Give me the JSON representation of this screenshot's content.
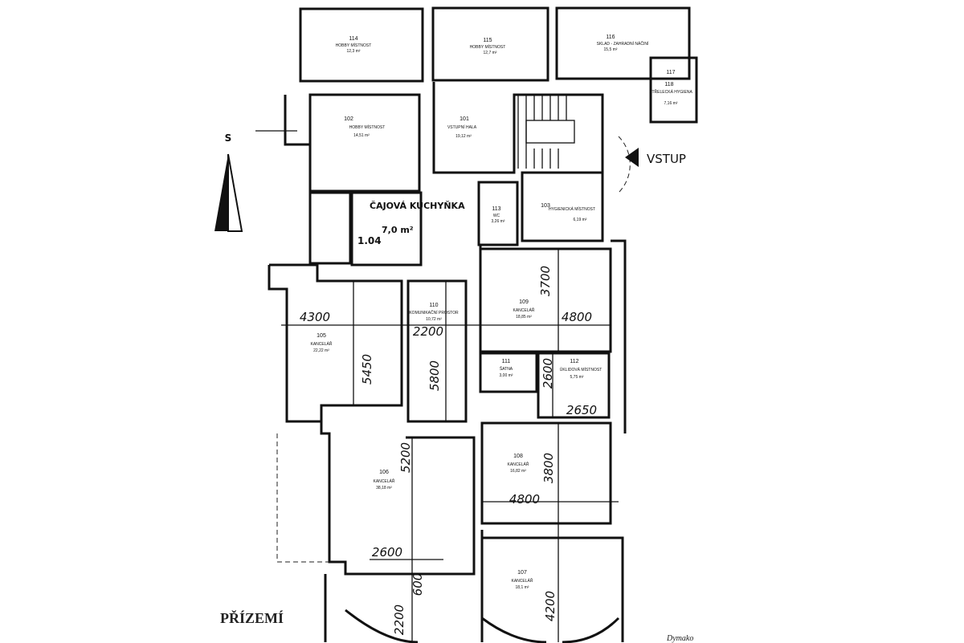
{
  "plan": {
    "title": "PŘÍZEMÍ",
    "north_label": "S",
    "entrance_label": "VSTUP",
    "signature": "Dymako"
  },
  "rooms": [
    {
      "number": "114",
      "name": "HOBBY MÍSTNOST",
      "area": "12,3 m²"
    },
    {
      "number": "115",
      "name": "HOBBY MÍSTNOST",
      "area": "12,7 m²"
    },
    {
      "number": "116",
      "name": "SKLAD - ZAHRADNÍ NÁČINÍ",
      "area": "15,5 m²"
    },
    {
      "number": "117",
      "name": "",
      "area": ""
    },
    {
      "number": "118",
      "name": "STŘELECKÁ HYGIENA",
      "area": "7,16 m²"
    },
    {
      "number": "102",
      "name": "HOBBY MÍSTNOST",
      "area": "14,51 m²"
    },
    {
      "number": "101",
      "name": "VSTUPNÍ HALA",
      "area": "19,12 m²"
    },
    {
      "number": "1.04",
      "name": "ČAJOVÁ KUCHYŇKA",
      "area": "7,0 m²"
    },
    {
      "number": "113",
      "name": "WC",
      "area": "3,26 m²"
    },
    {
      "number": "103",
      "name": "HYGIENICKÁ MÍSTNOST",
      "area": "6,19 m²"
    },
    {
      "number": "105",
      "name": "KANCELÁŘ",
      "area": "22,22 m²"
    },
    {
      "number": "110",
      "name": "KOMUNIKAČNÍ PROSTOR",
      "area": "10,72 m²"
    },
    {
      "number": "109",
      "name": "KANCELÁŘ",
      "area": "18,85 m²"
    },
    {
      "number": "111",
      "name": "ŠATNA",
      "area": "3,00 m²"
    },
    {
      "number": "112",
      "name": "ÚKLIDOVÁ MÍSTNOST",
      "area": "5,75 m²"
    },
    {
      "number": "108",
      "name": "KANCELÁŘ",
      "area": "16,82 m²"
    },
    {
      "number": "106",
      "name": "KANCELÁŘ",
      "area": "38,18 m²"
    },
    {
      "number": "107",
      "name": "KANCELÁŘ",
      "area": "18,1 m²"
    }
  ],
  "dimensions": [
    "4300",
    "5450",
    "2200",
    "5800",
    "3700",
    "4800",
    "2600",
    "2650",
    "5200",
    "3800",
    "4800",
    "2600",
    "600",
    "2200",
    "4200"
  ]
}
